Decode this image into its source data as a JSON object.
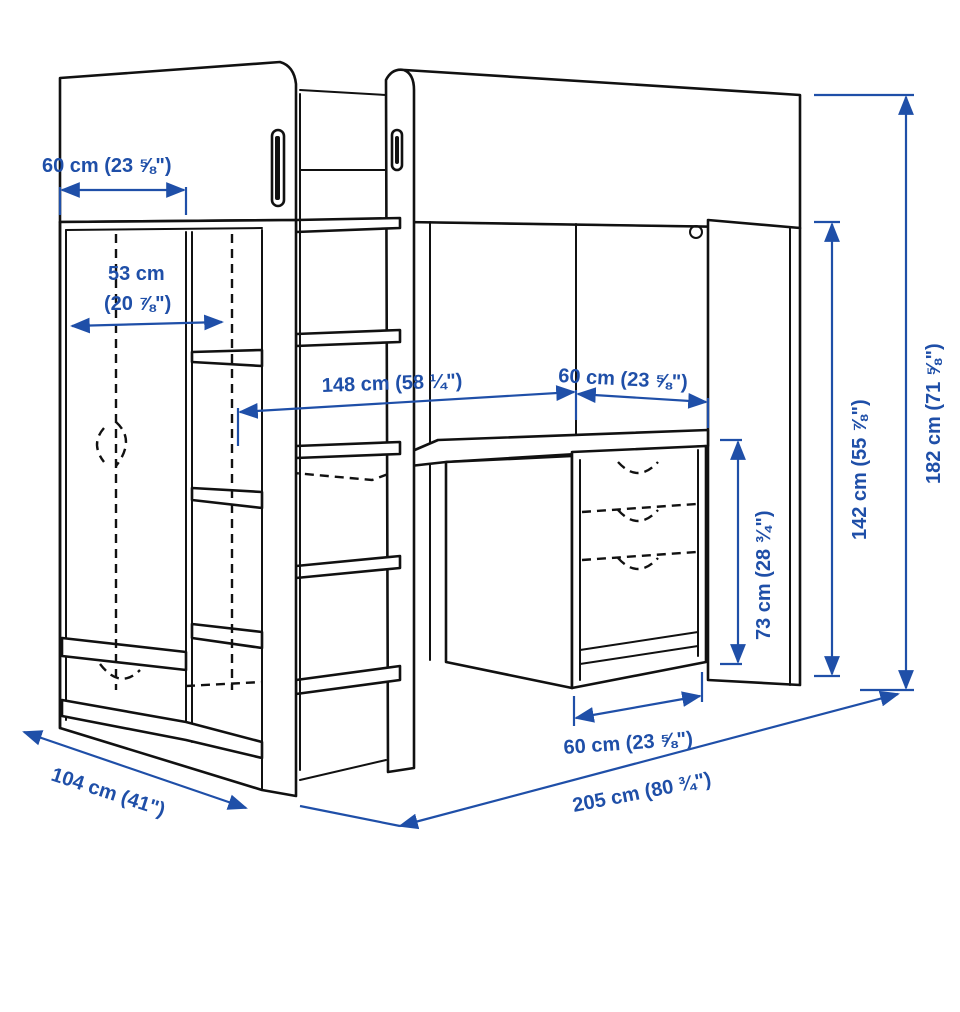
{
  "colors": {
    "dimension": "#1f4fa8",
    "ink": "#111111",
    "background": "#ffffff"
  },
  "dimensions": {
    "wardrobe_top_width": "60 cm (23 ⅝\")",
    "wardrobe_inner_width": "53 cm",
    "wardrobe_inner_width_in": "(20 ⅞\")",
    "desk_length": "148 cm (58 ¼\")",
    "desk_drawer_width": "60 cm (23 ⅝\")",
    "desk_height": "73 cm (28 ¾\")",
    "under_bed_clearance": "142 cm (55 ⅞\")",
    "total_height": "182 cm (71 ⅝\")",
    "drawer_unit_depth": "60 cm (23 ⅝\")",
    "total_depth": "104 cm (41\")",
    "total_length": "205 cm (80 ¾\")"
  }
}
